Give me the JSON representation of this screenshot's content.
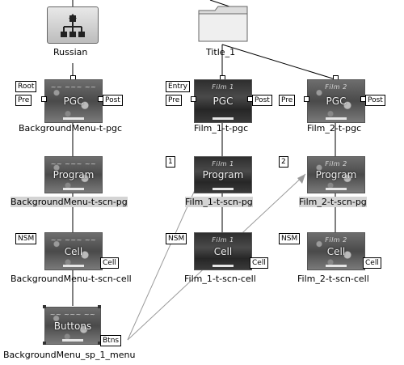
{
  "folders": {
    "russian": {
      "label": "Russian",
      "icon": "network-tree-icon"
    },
    "title": {
      "label": "Title_1",
      "icon": "folder-icon"
    }
  },
  "pgc": {
    "bg": {
      "caption": "BackgroundMenu-t-pgc",
      "thumb_text": "PGC",
      "tag_top": "Root",
      "tag_left": "Pre",
      "tag_right": "Post"
    },
    "film1": {
      "caption": "Film_1-t-pgc",
      "thumb_text": "PGC",
      "tag_top": "Entry",
      "tag_left": "Pre",
      "tag_right": "Post"
    },
    "film2": {
      "caption": "Film_2-t-pgc",
      "thumb_text": "PGC",
      "tag_left": "Pre",
      "tag_right": "Post"
    }
  },
  "program": {
    "bg": {
      "caption": "BackgroundMenu-t-scn-pg",
      "thumb_text": "Program"
    },
    "film1": {
      "caption": "Film_1-t-scn-pg",
      "thumb_text": "Program",
      "tag": "1"
    },
    "film2": {
      "caption": "Film_2-t-scn-pg",
      "thumb_text": "Program",
      "tag": "2"
    }
  },
  "cell": {
    "bg": {
      "caption": "BackgroundMenu-t-scn-cell",
      "thumb_text": "Cell",
      "tag_left": "NSM",
      "tag_right": "Cell"
    },
    "film1": {
      "caption": "Film_1-t-scn-cell",
      "thumb_text": "Cell",
      "tag_left": "NSM",
      "tag_right": "Cell"
    },
    "film2": {
      "caption": "Film_2-t-scn-cell",
      "thumb_text": "Cell",
      "tag_left": "NSM",
      "tag_right": "Cell"
    }
  },
  "menu": {
    "caption": "BackgroundMenu_sp_1_menu",
    "thumb_text": "Buttons",
    "tag_right": "Btns"
  },
  "colors": {
    "wire": "#000000",
    "jump": "#9a9a9a",
    "selection": "#d4d4d4"
  }
}
